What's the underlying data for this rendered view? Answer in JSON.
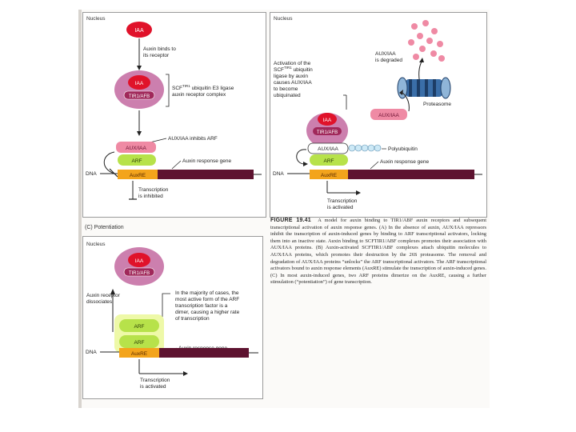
{
  "panel_a": {
    "nucleus": "Nucleus",
    "iaa": "IAA",
    "binds": [
      "Auxin binds to",
      "its receptor"
    ],
    "iaa2": "IAA",
    "tir": "TIR1/AFB",
    "scf": [
      "SCF",
      "TIR1",
      " ubiquitin E3 ligase",
      "auxin receptor complex"
    ],
    "aux_inhibits": "AUX/IAA inhibits ARF",
    "auxiaa": "AUX/IAA",
    "arf": "ARF",
    "response_gene": "Auxin response gene",
    "dna": "DNA",
    "auxre": "AuxRE",
    "transcription": [
      "Transcription",
      "is inhibited"
    ]
  },
  "panel_b": {
    "nucleus": "Nucleus",
    "degraded": [
      "AUX/IAA",
      "is degraded"
    ],
    "activation": [
      "Activation of the",
      "SCF",
      "TIR1",
      " ubiquitin",
      "ligase by auxin",
      "causes AUX/IAA",
      "to become",
      "ubiquinated"
    ],
    "proteasome": "Proteasome",
    "iaa": "IAA",
    "tir": "TIR1/AFB",
    "auxiaa_pink": "AUX/IAA",
    "auxiaa": "AUX/IAA",
    "polyubiquitin": "Polyubiquitin",
    "arf": "ARF",
    "response_gene": "Auxin response gene",
    "dna": "DNA",
    "auxre": "AuxRE",
    "transcription": [
      "Transcription",
      "is activated"
    ]
  },
  "panel_c": {
    "section": "(C) Potentiation",
    "nucleus": "Nucleus",
    "iaa": "IAA",
    "tir": "TIR1/AFB",
    "receptor": [
      "Auxin receptor",
      "dissociates"
    ],
    "majority": [
      "In the majority of cases, the",
      "most active form of the ARF",
      "transcription factor is a",
      "dimer, causing a higher rate",
      "of transcription"
    ],
    "arf1": "ARF",
    "arf2": "ARF",
    "response_gene": "Auxin response gene",
    "dna": "DNA",
    "auxre": "AuxRE",
    "transcription": [
      "Transcription",
      "is activated"
    ]
  },
  "caption": {
    "label": "FIGURE 19.41",
    "text": "A model for auxin binding to TIR1/ABF auxin receptors and subsequent transcriptional activation of auxin response genes. (A) In the absence of auxin, AUX/IAA repressors inhibit the transcription of auxin-induced genes by binding to ARF transcriptional activators, locking them into an inactive state. Auxin binding to SCFTIR1/ABF complexes promotes their association with AUX/IAA proteins. (B) Auxin-activated SCFTIR1/ABF complexes attach ubiquitin molecules to AUX/IAA proteins, which promotes their destruction by the 26S proteasome. The removal and degradation of AUX/IAA proteins “unlocks” the ARF transcriptional activators. The ARF transcriptional activators bound to auxin response elements (AuxRE) stimulate the transcription of auxin-induced genes. (C) In most auxin-induced genes, two ARF proteins dimerize on the AuxRE, causing a further stimulation (“potentiation”) of gene transcription."
  },
  "colors": {
    "iaa_red": "#e0122a",
    "receptor_pink": "#cc7fae",
    "auxiaa_pink": "#ef8aa4",
    "arf_green": "#b7e24a",
    "auxre_orange": "#f3a41c",
    "dna_maroon": "#5e1330",
    "ubiquitin_blue": "#cde9f6"
  }
}
